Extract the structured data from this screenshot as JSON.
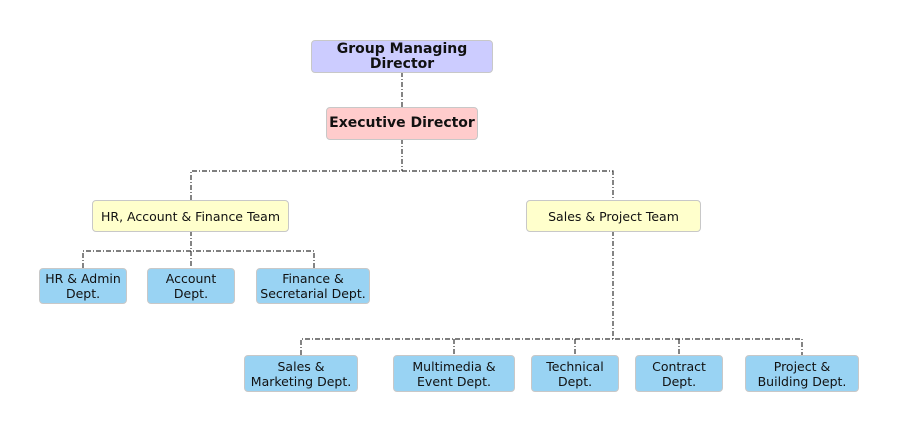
{
  "nodes": {
    "gmd": "Group Managing Director",
    "ed": "Executive Director",
    "hr_team": "HR, Account & Finance Team",
    "sales_team": "Sales & Project Team",
    "hr_admin": "HR & Admin\nDept.",
    "account": "Account\nDept.",
    "finance": "Finance &\nSecretarial Dept.",
    "sales_marketing": "Sales &\nMarketing Dept.",
    "multimedia": "Multimedia &\nEvent Dept.",
    "technical": "Technical\nDept.",
    "contract": "Contract\nDept.",
    "project": "Project &\nBuilding Dept."
  },
  "colors": {
    "top": "#ccccff",
    "executive": "#ffcccc",
    "team": "#ffffcc",
    "dept": "#99d3f3",
    "connector": "#333333"
  }
}
